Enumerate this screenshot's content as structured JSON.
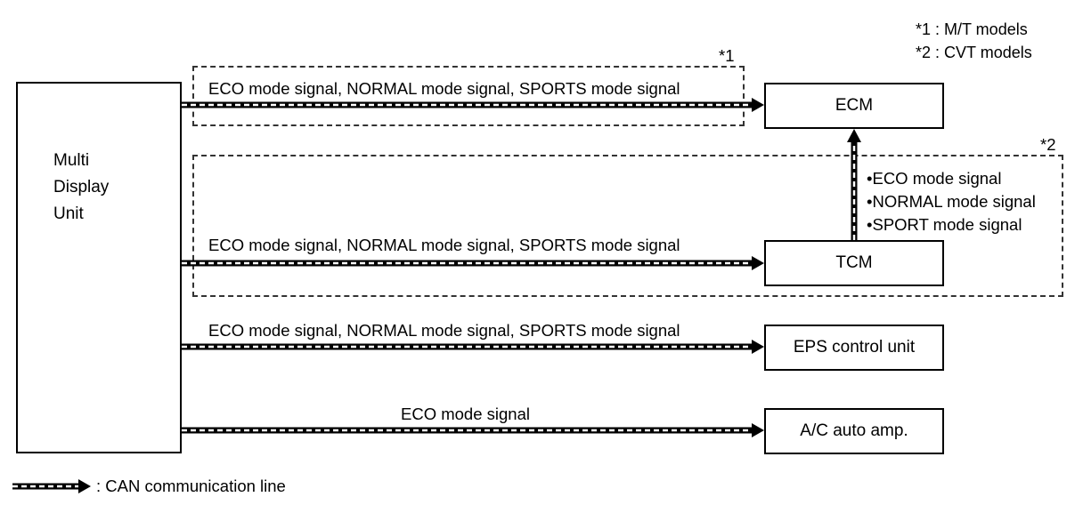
{
  "notes": [
    "*1 : M/T models",
    "*2 : CVT models"
  ],
  "regions": {
    "mt_marker": "*1",
    "cvt_marker": "*2"
  },
  "source_unit": {
    "lines": [
      "Multi",
      "Display",
      "Unit"
    ]
  },
  "targets": {
    "ecm": "ECM",
    "tcm": "TCM",
    "eps": "EPS control unit",
    "ac": "A/C auto amp."
  },
  "signals": {
    "ecm": "ECO mode signal, NORMAL mode signal, SPORTS mode signal",
    "tcm": "ECO mode signal, NORMAL mode signal, SPORTS mode signal",
    "eps": "ECO mode signal, NORMAL mode signal, SPORTS mode signal",
    "ac": "ECO mode signal",
    "tcm_to_ecm": [
      "•ECO mode signal",
      "•NORMAL mode signal",
      "•SPORT mode signal"
    ]
  },
  "legend": {
    "label": ": CAN communication line"
  }
}
